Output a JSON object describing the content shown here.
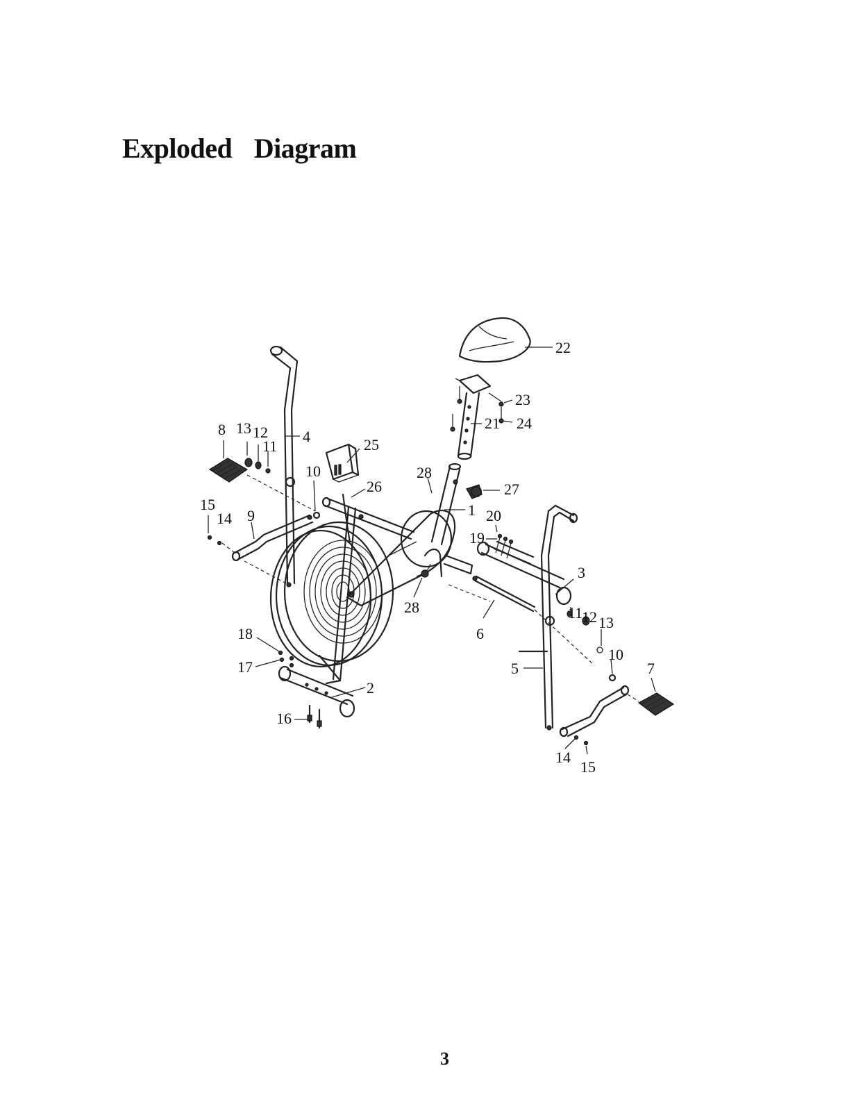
{
  "page": {
    "title": "Exploded Diagram",
    "page_number": "3"
  },
  "diagram": {
    "callouts": [
      "1",
      "2",
      "3",
      "4",
      "5",
      "6",
      "7",
      "8",
      "9",
      "10",
      "10",
      "11",
      "11",
      "12",
      "12",
      "13",
      "13",
      "14",
      "14",
      "15",
      "15",
      "16",
      "17",
      "18",
      "19",
      "20",
      "21",
      "22",
      "23",
      "24",
      "25",
      "26",
      "27",
      "28",
      "28"
    ]
  }
}
